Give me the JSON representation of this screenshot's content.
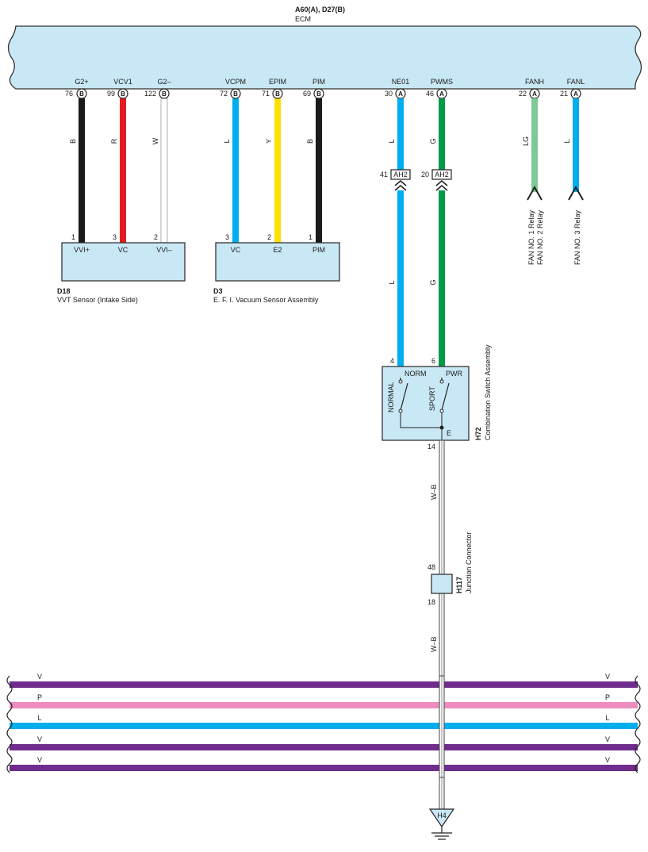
{
  "ecm": {
    "title": "A60(A), D27(B)",
    "subtitle": "ECM",
    "terminals": [
      {
        "name": "G2+",
        "pin": "76",
        "conn": "B",
        "color": "B"
      },
      {
        "name": "VCV1",
        "pin": "99",
        "conn": "B",
        "color": "R"
      },
      {
        "name": "G2–",
        "pin": "122",
        "conn": "B",
        "color": "W"
      },
      {
        "name": "VCPM",
        "pin": "72",
        "conn": "B",
        "color": "L"
      },
      {
        "name": "EPIM",
        "pin": "71",
        "conn": "B",
        "color": "Y"
      },
      {
        "name": "PIM",
        "pin": "69",
        "conn": "B",
        "color": "B"
      },
      {
        "name": "NE01",
        "pin": "30",
        "conn": "A",
        "color": "L"
      },
      {
        "name": "PWMS",
        "pin": "46",
        "conn": "A",
        "color": "G"
      },
      {
        "name": "FANH",
        "pin": "22",
        "conn": "A",
        "color": "LG"
      },
      {
        "name": "FANL",
        "pin": "21",
        "conn": "A",
        "color": "L"
      }
    ]
  },
  "d18": {
    "id": "D18",
    "name": "VVT Sensor (Intake Side)",
    "pins": [
      "1",
      "3",
      "2"
    ],
    "terms": [
      "VVI+",
      "VC",
      "VVI–"
    ]
  },
  "d3": {
    "id": "D3",
    "name": "E. F. I.  Vacuum Sensor Assembly",
    "pins": [
      "3",
      "2",
      "1"
    ],
    "terms": [
      "VC",
      "E2",
      "PIM"
    ]
  },
  "ah2": {
    "label": "AH2",
    "pins": [
      "41",
      "20"
    ]
  },
  "h72": {
    "id": "H72",
    "name": "Combination Switch Assembly",
    "pin_norm": "4",
    "pin_pwr": "6",
    "pin_e": "14",
    "norm": "NORM",
    "pwr": "PWR",
    "normal": "NORMAL",
    "sport": "SPORT",
    "e": "E"
  },
  "h117": {
    "id": "H117",
    "name": "Junction Connector",
    "pin_top": "48",
    "pin_bottom": "18"
  },
  "ground_wire": "W–B",
  "ground": "H4",
  "fan_labels": {
    "fanh_a": "FAN NO. 1 Relay",
    "fanh_b": "FAN NO. 2 Relay",
    "fanl": "FAN NO. 3 Relay"
  },
  "bus_wires": [
    {
      "code": "V",
      "color": "#6e2c8c"
    },
    {
      "code": "P",
      "color": "#ec8cbf"
    },
    {
      "code": "L",
      "color": "#00aeef"
    },
    {
      "code": "V",
      "color": "#6e2c8c"
    },
    {
      "code": "V",
      "color": "#6e2c8c"
    }
  ],
  "colors": {
    "B": "#1a1a1a",
    "R": "#e31b23",
    "W": "#ffffff",
    "L": "#00aeef",
    "Y": "#ffe000",
    "G": "#009a49",
    "LG": "#7ccb96",
    "box": "#c9e8f6"
  }
}
